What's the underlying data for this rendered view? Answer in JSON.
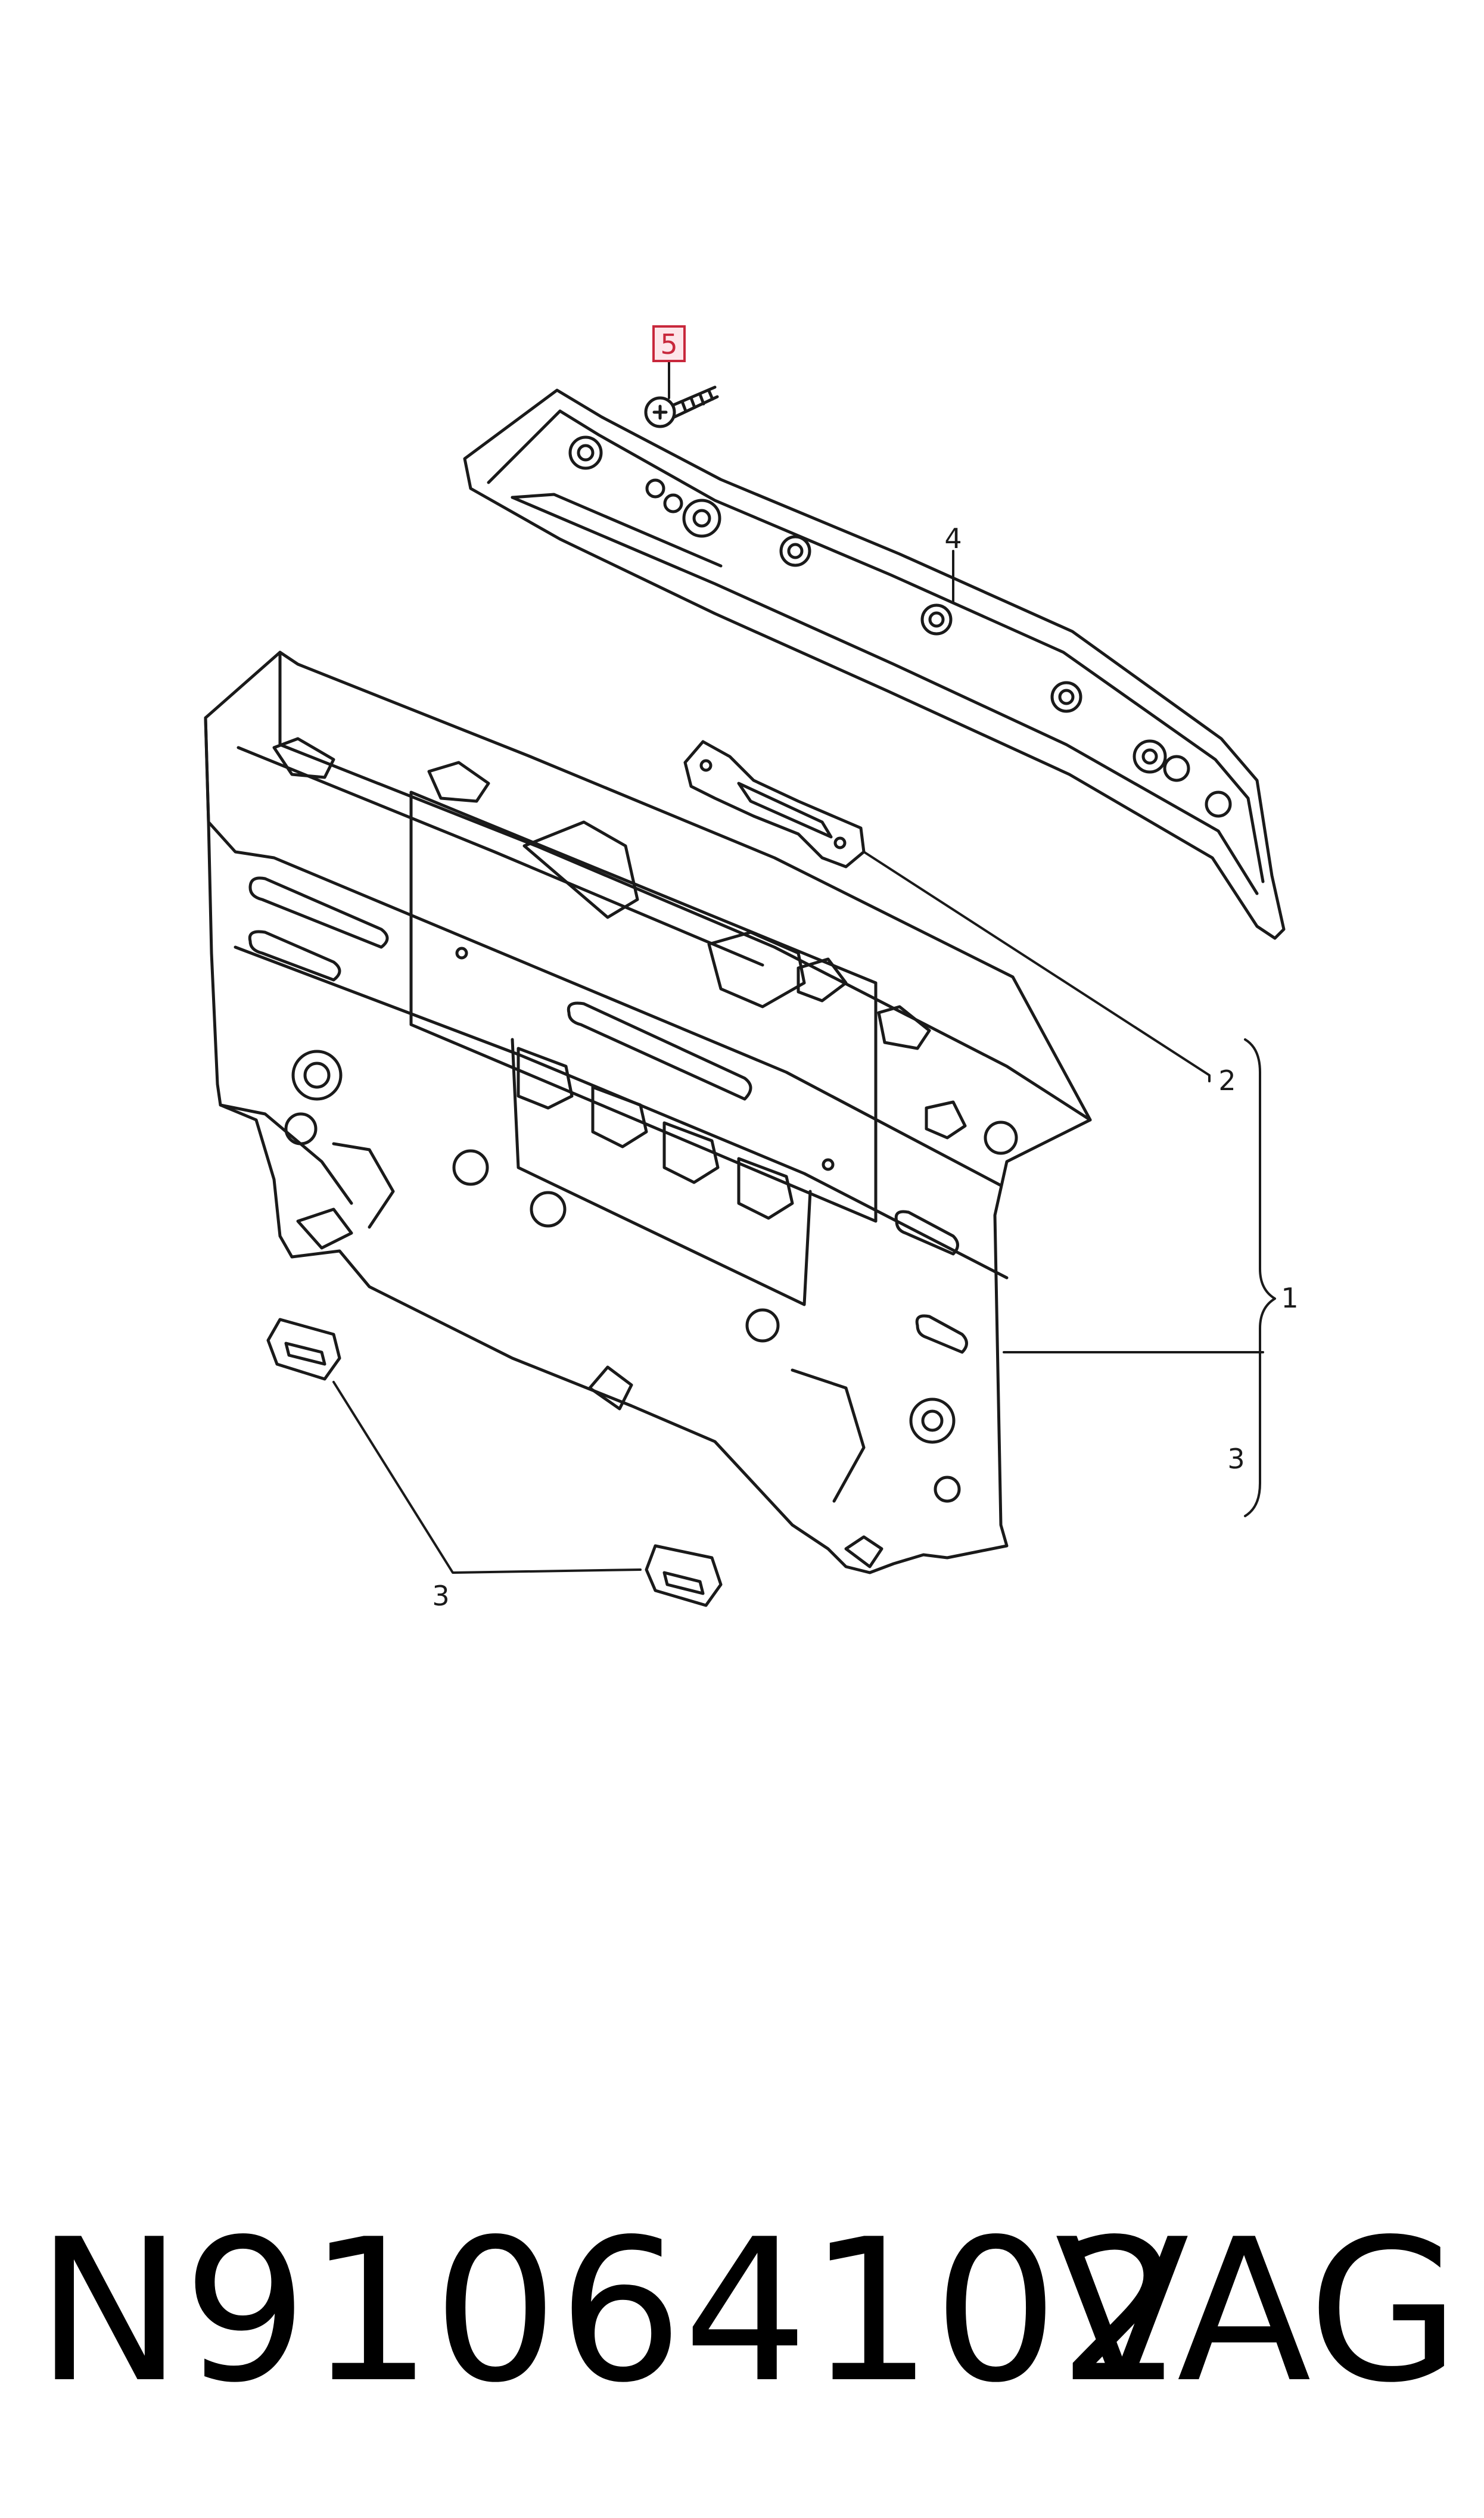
{
  "callouts": {
    "c5": "5",
    "c4": "4",
    "c2": "2",
    "c1": "1",
    "c3_bracket": "3",
    "c3_clips": "3"
  },
  "footer": {
    "part_number": "N91064102",
    "brand": "VAG"
  },
  "colors": {
    "line": "#1a1a1a",
    "highlight_box": "#c8283c",
    "highlight_fill": "#fde6ea"
  }
}
